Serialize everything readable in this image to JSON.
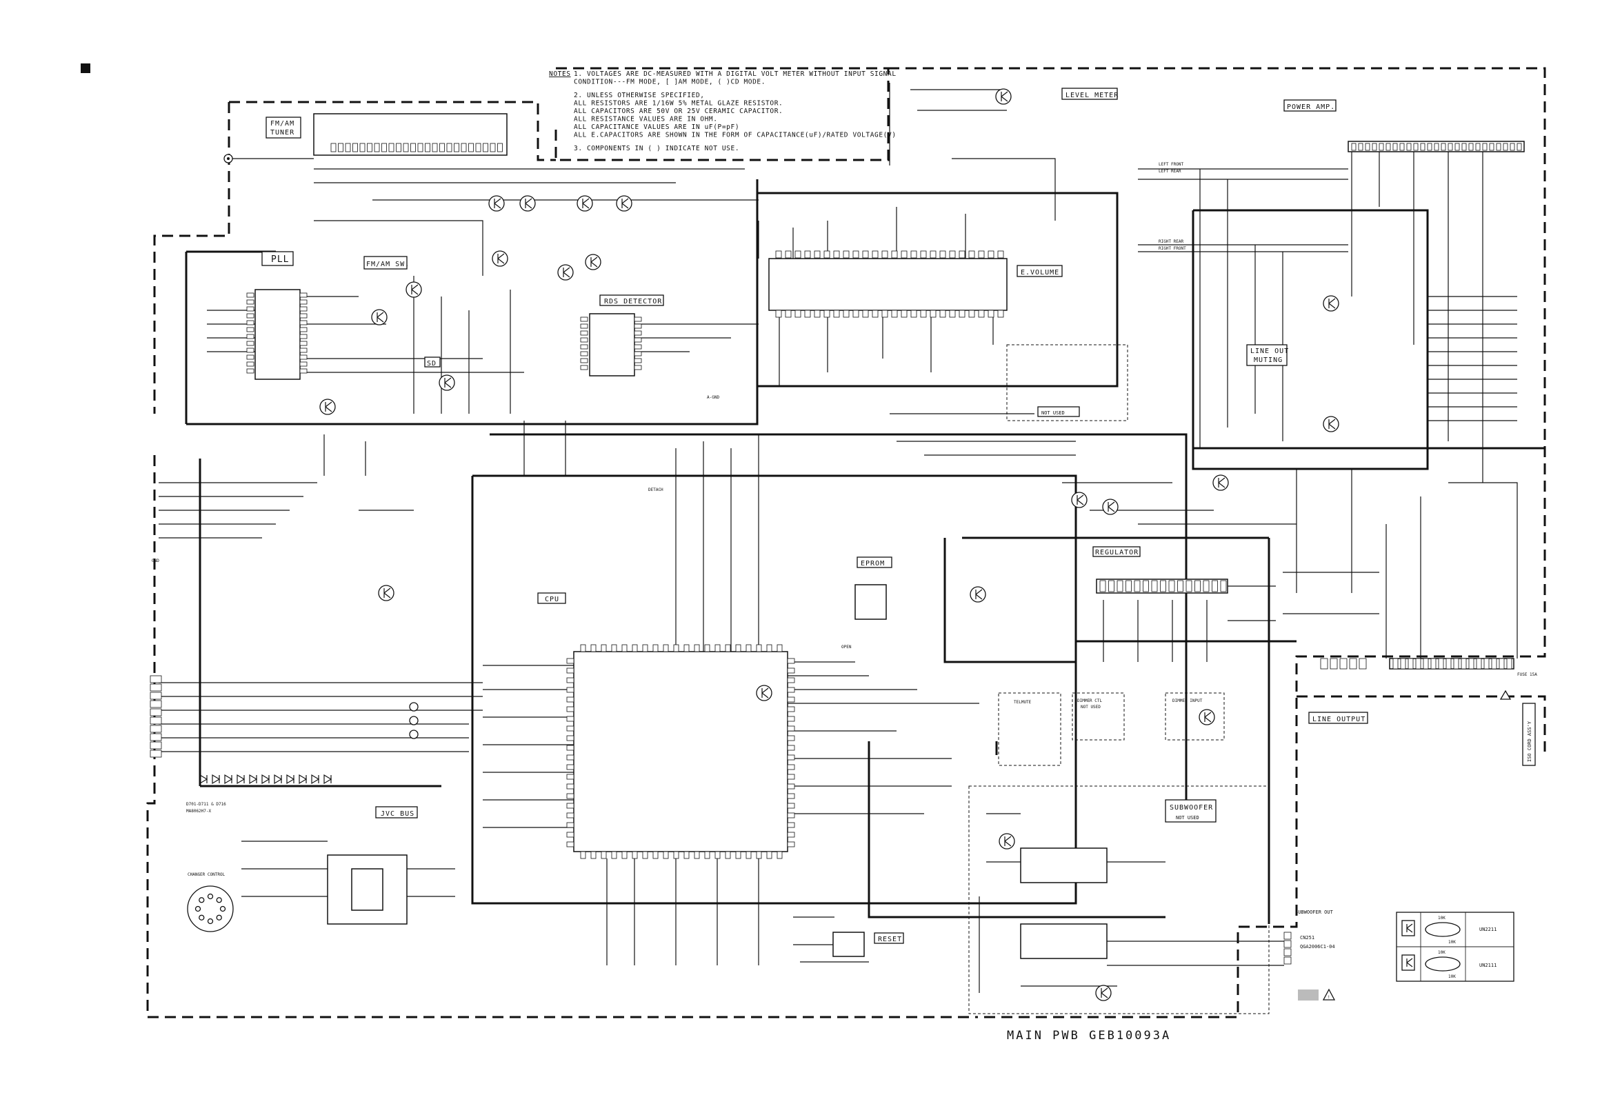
{
  "notes": {
    "heading": "NOTES",
    "lines": [
      "1.  VOLTAGES ARE DC-MEASURED WITH A DIGITAL VOLT METER WITHOUT INPUT SIGNAL",
      "    CONDITION---FM MODE, [   ]AM MODE, ( )CD MODE.",
      "2.  UNLESS OTHERWISE SPECIFIED,",
      "    ALL RESISTORS ARE 1/16W 5% METAL GLAZE RESISTOR.",
      "    ALL CAPACITORS ARE 50V OR 25V CERAMIC CAPACITOR.",
      "    ALL RESISTANCE VALUES ARE IN OHM.",
      "    ALL CAPACITANCE VALUES ARE IN uF(P=pF)",
      "    ALL E.CAPACITORS ARE SHOWN IN THE FORM OF CAPACITANCE(uF)/RATED VOLTAGE(V)",
      "3.  COMPONENTS IN ( ) INDICATE NOT USE."
    ]
  },
  "blocks": {
    "fm_am_tuner": "FM/AM\nTUNER",
    "pll": "PLL",
    "fm_am_sw": "FM/AM SW.",
    "rds_detector": "RDS DETECTOR",
    "sd": "SD",
    "level_meter": "LEVEL METER",
    "e_volume": "E.VOLUME",
    "power_amp": "POWER AMP.",
    "line_out_muting": "LINE OUT\nMUTING",
    "not_used_1": "NOT USED",
    "regulator": "REGULATOR",
    "eprom": "EPROM",
    "cpu": "CPU",
    "tel_mute": "TELMUTE",
    "dimmer_ctl": "DIMMER CTL\nNOT USED",
    "dimmer_input": "DIMMER INPUT",
    "line_output": "LINE OUTPUT",
    "subwoofer": "SUBWOOFER\nNOT USED",
    "subwoofer_out": "SUBWOOFER OUT",
    "jvc_bus": "JVC BUS",
    "reset": "RESET",
    "changer_control": "CHANGER CONTROL",
    "iso_cord_assy": "ISO CORD ASS'Y",
    "fuse": "FUSE 15A"
  },
  "net_labels": {
    "left_front": "LEFT FRONT",
    "left_rear": "LEFT REAR",
    "right_rear": "RIGHT REAR",
    "right_front": "RIGHT FRONT",
    "gnd": "GND",
    "detach": "DETACH",
    "open": "OPEN",
    "a_gnd": "A-GND",
    "led_ref": "D701-D711 & D716",
    "led_part": "MA8062H7-X"
  },
  "connector": {
    "part": "CN251",
    "model": "QGA2006C1-04"
  },
  "legend": {
    "transistor_a": "UN2211",
    "transistor_b": "UN2111",
    "r_top": "10K",
    "r_bottom": "10K"
  },
  "pwb_title": "MAIN PWB GEB10093A"
}
